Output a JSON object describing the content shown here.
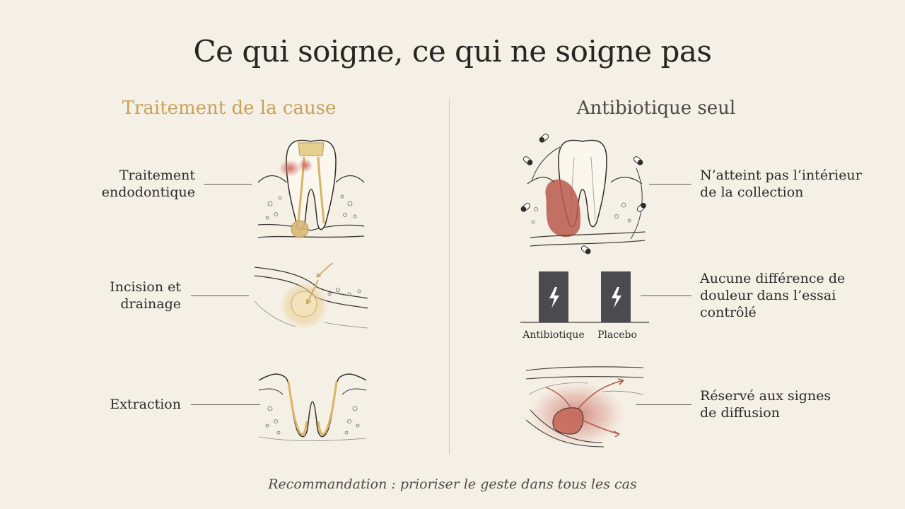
{
  "title": "Ce qui soigne, ce qui ne soigne pas",
  "left": {
    "heading": "Traitement de la cause",
    "items": [
      {
        "line1": "Traitement",
        "line2": "endodontique"
      },
      {
        "line1": "Incision et",
        "line2": "drainage"
      },
      {
        "line1": "Extraction",
        "line2": ""
      }
    ]
  },
  "right": {
    "heading": "Antibiotique seul",
    "items": [
      {
        "line1": "N’atteint pas l’intérieur",
        "line2": "de la collection",
        "line3": ""
      },
      {
        "line1": "Aucune différence de",
        "line2": "douleur dans l’essai",
        "line3": "contrôlé"
      },
      {
        "line1": "Réservé aux signes",
        "line2": "de diffusion",
        "line3": ""
      }
    ],
    "bars": {
      "antibiotic_label": "Antibiotique",
      "placebo_label": "Placebo"
    }
  },
  "footer": "Recommandation : prioriser le geste dans tous les cas",
  "colors": {
    "gold": "#c9a15a",
    "background": "#f5f0e6",
    "infection_red": "#b5574b",
    "bar_dark": "#4a4a4f"
  }
}
